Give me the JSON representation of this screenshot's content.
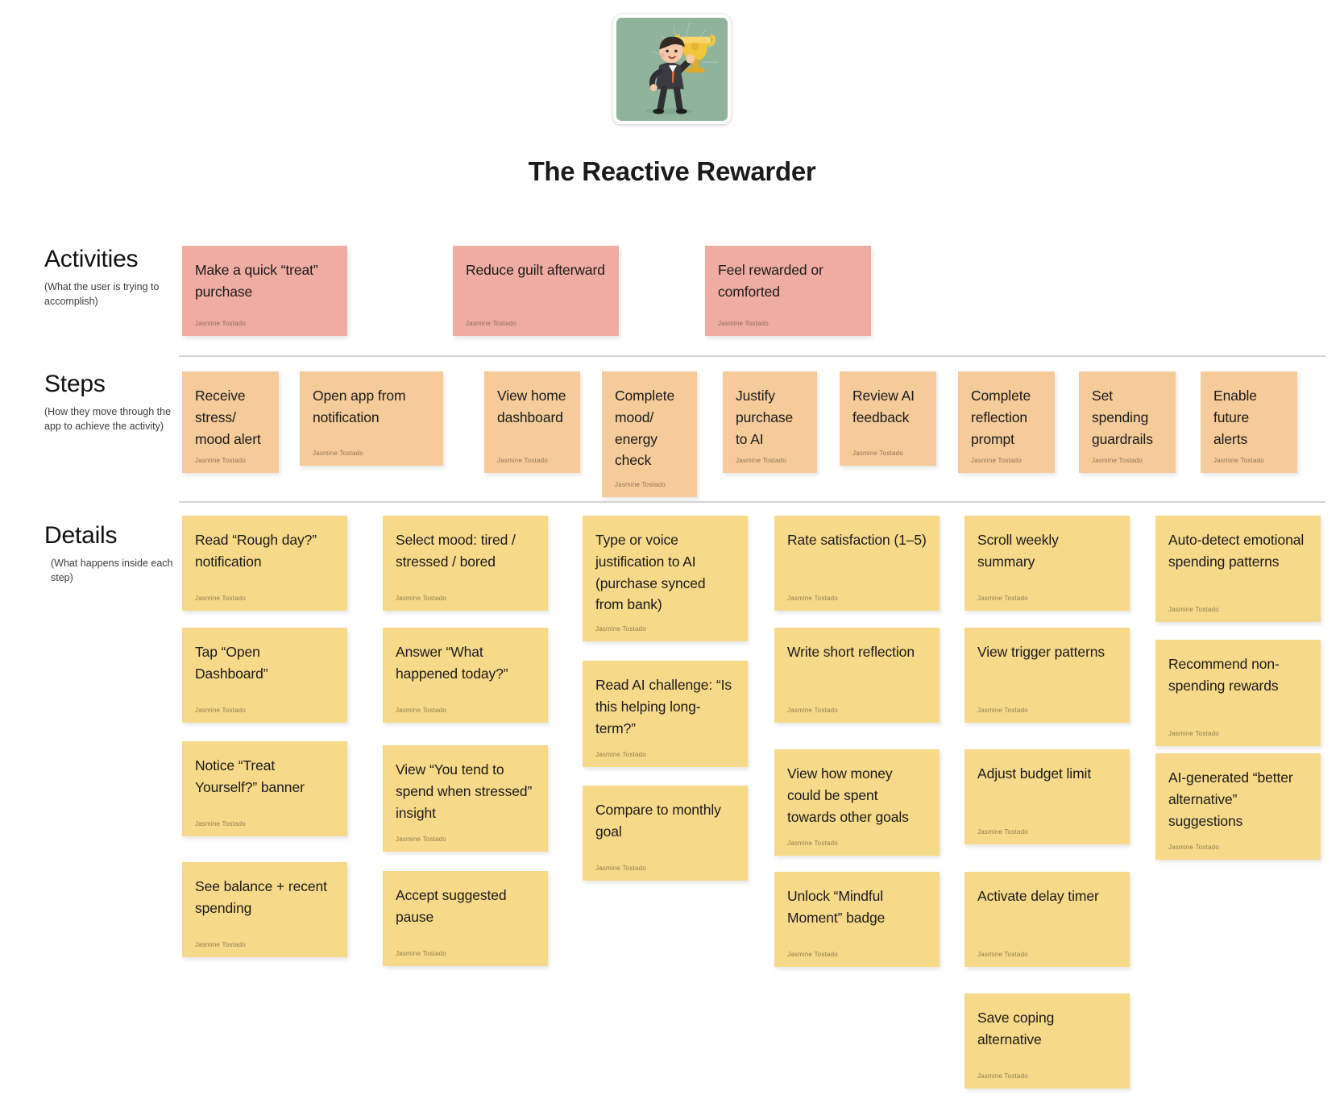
{
  "header": {
    "avatar_icon": "trophy-winner-avatar",
    "title": "The Reactive Rewarder"
  },
  "author": "Jasmine Tostado",
  "rows": [
    {
      "id": "activities",
      "title": "Activities",
      "subtitle": "(What the user is trying to accomplish)"
    },
    {
      "id": "steps",
      "title": "Steps",
      "subtitle": "(How they move through the app to achieve the activity)"
    },
    {
      "id": "details",
      "title": "Details",
      "subtitle": "(What happens inside each step)"
    }
  ],
  "activities": [
    {
      "text": "Make a quick “treat” purchase",
      "author": "Jasmine Tostado"
    },
    {
      "text": "Reduce guilt afterward",
      "author": "Jasmine Tostado"
    },
    {
      "text": "Feel rewarded or comforted",
      "author": "Jasmine Tostado"
    }
  ],
  "steps": [
    {
      "text": "Receive stress/ mood alert",
      "author": "Jasmine Tostado"
    },
    {
      "text": "Open app from notification",
      "author": "Jasmine Tostado"
    },
    {
      "text": "View home dashboard",
      "author": "Jasmine Tostado"
    },
    {
      "text": "Complete mood/ energy check",
      "author": "Jasmine Tostado"
    },
    {
      "text": "Justify purchase to AI",
      "author": "Jasmine Tostado"
    },
    {
      "text": "Review AI feedback",
      "author": "Jasmine Tostado"
    },
    {
      "text": "Complete reflection prompt",
      "author": "Jasmine Tostado"
    },
    {
      "text": "Set spending guardrails",
      "author": "Jasmine Tostado"
    },
    {
      "text": "Enable future alerts",
      "author": "Jasmine Tostado"
    }
  ],
  "details": [
    [
      {
        "text": "Read “Rough day?” notification",
        "author": "Jasmine Tostado"
      },
      {
        "text": "Tap “Open Dashboard”",
        "author": "Jasmine Tostado"
      },
      {
        "text": "Notice “Treat Yourself?” banner",
        "author": "Jasmine Tostado"
      },
      {
        "text": "See balance + recent spending",
        "author": "Jasmine Tostado"
      }
    ],
    [
      {
        "text": "Select mood: tired / stressed / bored",
        "author": "Jasmine Tostado"
      },
      {
        "text": "Answer “What happened today?”",
        "author": "Jasmine Tostado"
      },
      {
        "text": "View “You tend to spend when stressed” insight",
        "author": "Jasmine Tostado"
      },
      {
        "text": "Accept suggested pause",
        "author": "Jasmine Tostado"
      }
    ],
    [
      {
        "text": "Type or voice justification to AI (purchase synced from bank)",
        "author": "Jasmine Tostado"
      },
      {
        "text": "Read AI challenge: “Is this helping long-term?”",
        "author": "Jasmine Tostado"
      },
      {
        "text": "Compare to monthly goal",
        "author": "Jasmine Tostado"
      }
    ],
    [
      {
        "text": "Rate satisfaction (1–5)",
        "author": "Jasmine Tostado"
      },
      {
        "text": "Write short reflection",
        "author": "Jasmine Tostado"
      },
      {
        "text": "View how money could be spent towards other goals",
        "author": "Jasmine Tostado"
      },
      {
        "text": "Unlock “Mindful Moment” badge",
        "author": "Jasmine Tostado"
      }
    ],
    [
      {
        "text": "Scroll weekly summary",
        "author": "Jasmine Tostado"
      },
      {
        "text": "View trigger patterns",
        "author": "Jasmine Tostado"
      },
      {
        "text": "Adjust budget limit",
        "author": "Jasmine Tostado"
      },
      {
        "text": "Activate delay timer",
        "author": "Jasmine Tostado"
      },
      {
        "text": "Save coping alternative",
        "author": "Jasmine Tostado"
      }
    ],
    [
      {
        "text": "Auto-detect emotional spending patterns",
        "author": "Jasmine Tostado"
      },
      {
        "text": "Recommend non-spending rewards",
        "author": "Jasmine Tostado"
      },
      {
        "text": "AI-generated “better alternative” suggestions",
        "author": "Jasmine Tostado"
      }
    ]
  ],
  "colors": {
    "activity": "#eeaca2",
    "step": "#f5cb9a",
    "detail": "#f7d98a",
    "divider": "#d3d3d3",
    "avatar_bg": "#8fb39b",
    "background": "#ffffff"
  }
}
